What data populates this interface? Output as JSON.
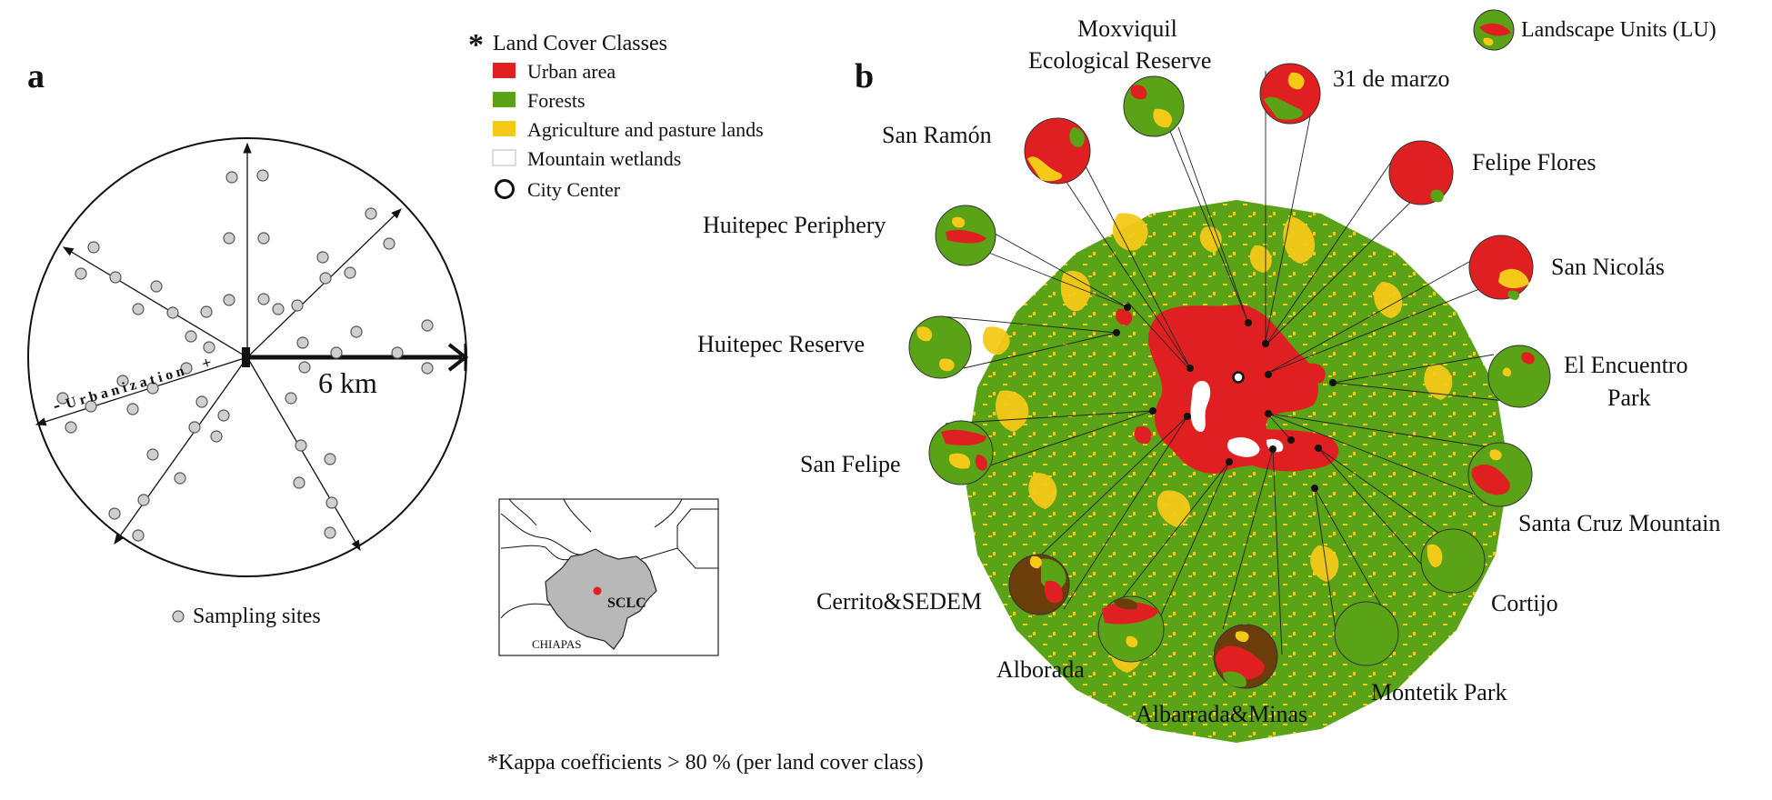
{
  "panel_a": {
    "letter": "a",
    "distance_label": "6 km",
    "urbanization_label": "Urbanization",
    "minus_sign": "-",
    "plus_sign": "+",
    "sampling_legend": "Sampling sites",
    "colors": {
      "site_fill": "#cfcfcf",
      "urbanization_text": "#d42020"
    }
  },
  "legend": {
    "asterisk": "*",
    "title": "Land Cover Classes",
    "classes": [
      {
        "label": "Urban area",
        "color": "#e02020"
      },
      {
        "label": "Forests",
        "color": "#5aa216"
      },
      {
        "label": "Agriculture and pasture lands",
        "color": "#f4c918"
      },
      {
        "label": "Mountain wetlands",
        "color": "#ffffff"
      }
    ],
    "city_center": "City Center"
  },
  "inset": {
    "state_label": "CHIAPAS",
    "city_label": "SCLC",
    "colors": {
      "state_fill": "#b8b8b8",
      "city_color": "#e02020"
    }
  },
  "panel_b": {
    "letter": "b",
    "lu_legend": "Landscape Units (LU)",
    "units": [
      {
        "name": "Moxviquil"
      },
      {
        "name": "Ecological Reserve"
      },
      {
        "name": "31 de marzo"
      },
      {
        "name": "San Ramón"
      },
      {
        "name": "Felipe Flores"
      },
      {
        "name": "Huitepec Periphery"
      },
      {
        "name": "San Nicolás"
      },
      {
        "name": "Huitepec Reserve"
      },
      {
        "name": "El Encuentro"
      },
      {
        "name": "Park"
      },
      {
        "name": "San Felipe"
      },
      {
        "name": "Santa Cruz Mountain"
      },
      {
        "name": "Cortijo"
      },
      {
        "name": "Cerrito&SEDEM"
      },
      {
        "name": "Alborada"
      },
      {
        "name": "Montetik Park"
      },
      {
        "name": "Albarrada&Minas"
      }
    ]
  },
  "footnote": "*Kappa coefficients > 80 % (per land cover class)"
}
